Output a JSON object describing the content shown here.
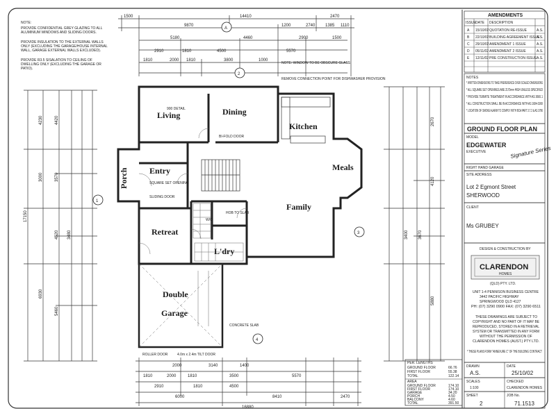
{
  "rooms": {
    "living": "Living",
    "dining": "Dining",
    "kitchen": "Kitchen",
    "meals": "Meals",
    "entry": "Entry",
    "porch": "Porch",
    "family": "Family",
    "retreat": "Retreat",
    "laundry": "L'dry",
    "garage_1": "Double",
    "garage_2": "Garage",
    "wc": "W/C"
  },
  "grid_markers": [
    "A",
    "2",
    "1",
    "3",
    "4"
  ],
  "dimensions": {
    "top_overall": "14410",
    "top_left": "1500",
    "top_right": "2470",
    "top_row2": [
      "9870",
      "1200",
      "2740",
      "1385",
      "1110"
    ],
    "top_row3": [
      "5180",
      "4460",
      "2900",
      "1500"
    ],
    "top_row4": [
      "2910",
      "1810",
      "4500",
      "5570"
    ],
    "top_row5": [
      "1810",
      "2000",
      "1810",
      "3800",
      "1000"
    ],
    "bottom_overall": "16880",
    "bottom_row1": [
      "2000",
      "3140",
      "1400"
    ],
    "bottom_row2": [
      "1810",
      "2000",
      "1810",
      "3500",
      "5570"
    ],
    "bottom_row3": [
      "2910",
      "1810",
      "4500"
    ],
    "bottom_row4": [
      "6000",
      "8410",
      "2470"
    ],
    "left_overall": "17150",
    "left_vertical": [
      "4230",
      "4420",
      "3000",
      "3570",
      "4520",
      "3480",
      "5460",
      "6930"
    ],
    "right_vertical": [
      "2670",
      "4120",
      "3670",
      "5880",
      "3400"
    ]
  },
  "notes_left": [
    "PROVIDE CONFIDENTIAL GREY GLAZING TO ALL ALUMINIUM WINDOWS AND SLIDING DOORS.",
    "PROVIDE INSULATION TO THE EXTERNAL WALLS ONLY (EXCLUDING THE GARAGE/HOUSE INTERNAL WALL, GARAGE EXTERNAL WALLS EXCLUDED).",
    "PROVIDE R3.5 SISALATION TO CEILING OF DWELLING ONLY (EXCLUDING THE GARAGE OR PATIO)."
  ],
  "amendments": {
    "title": "AMENDMENTS",
    "headers": [
      "ISSUE",
      "DATE",
      "DESCRIPTION"
    ],
    "rows": [
      [
        "A",
        "15/10/02",
        "QUOTATION RE-ISSUE",
        "A.S."
      ],
      [
        "B",
        "22/10/02",
        "BUILDING AGREEMENT ISSUE",
        "A.S."
      ],
      [
        "C",
        "29/10/02",
        "AMENDMENT 1 ISSUE",
        "A.S."
      ],
      [
        "D",
        "05/11/02",
        "AMENDMENT 2 ISSUE",
        "A.S."
      ],
      [
        "E",
        "12/11/02",
        "PRE CONSTRUCTION ISSUE",
        "A.S."
      ]
    ]
  },
  "tb_notes": {
    "title": "NOTES",
    "items": [
      "* WRITTEN DIMENSIONS TO TAKE PREFERENCE OVER SCALED DIMENSIONS",
      "* ALL SQUARE SET OPENINGS ARE 2170mm HIGH UNLESS SPECIFIED",
      "* PROVIDE TERMITE TREATMENT IN ACCORDANCE WITH AS 3660.1",
      "* ALL CONSTRUCTION SHALL BE IN ACCORDANCE WITH AS 1684-1999",
      "* LOCATION OF SMOKE ALARM TO COMPLY WITH BCA PART 3.7.2 & AS 3786"
    ]
  },
  "drawing_title": "GROUND FLOOR PLAN",
  "model": {
    "label": "MODEL",
    "name": "EDGEWATER",
    "variant": "EXECUTIVE",
    "series": "Signature Series"
  },
  "garage_side": "RIGHT HAND GARAGE",
  "site": {
    "label": "SITE ADDRESS",
    "line1": "Lot 2 Egmont Street",
    "line2": "SHERWOOD"
  },
  "client": {
    "label": "CLIENT",
    "name": "Ms GRUBEY"
  },
  "builder": {
    "label": "DESIGN & CONSTRUCTION BY",
    "name": "CLARENDON",
    "sub": "HOMES",
    "pty": "(QLD) PTY. LTD.",
    "address": [
      "UNIT 1-4 PENNISON BUSINESS CENTRE",
      "3442 PACIFIC HIGHWAY",
      "SPRINGWOOD QLD 4127",
      "PH: (07) 3290 0900   FAX: (07) 3290 6511"
    ],
    "copyright": [
      "THESE DRAWINGS ARE SUBJECT TO",
      "COPYRIGHT AND NO PART OF IT MAY BE",
      "REPRODUCED, STORED IN A RETRIEVAL",
      "SYSTEM OR TRANSMITTED IN ANY FORM",
      "WITHOUT THE PERMISSION OF",
      "CLARENDON HOMES (AUST.) PTY LTD."
    ],
    "contract_note": "* THESE PLANS FORM \"ANNEXURE C\" OF THE BUILDING CONTRACT"
  },
  "drawn": {
    "label": "DRAWN",
    "value": "A.S.",
    "date_label": "DATE",
    "date": "25/10/02"
  },
  "scales": {
    "label": "SCALES",
    "value": "1:100",
    "checked_label": "CHECKED",
    "checked_value": "CLARENDON HOMES"
  },
  "sheet": {
    "label": "SHEET",
    "value": "2",
    "job_label": "JOB No.",
    "job_value": "71.1513"
  },
  "lengths": {
    "title": "PER. LENGTHS",
    "rows": [
      [
        "GROUND FLOOR",
        "66.76"
      ],
      [
        "FIRST FLOOR",
        "55.38"
      ],
      [
        "TOTAL",
        "122.14"
      ]
    ]
  },
  "areas": {
    "title": "AREA",
    "rows": [
      [
        "GROUND FLOOR",
        "174.10"
      ],
      [
        "FIRST FLOOR",
        "174.10"
      ],
      [
        "GARAGE",
        "34.20"
      ],
      [
        "PORCH",
        "4.50"
      ],
      [
        "BALCONY",
        "4.60"
      ],
      [
        "TOTAL",
        "391.50"
      ]
    ]
  },
  "plan_notes": [
    "NOTE: WINDOW TO BE OBSCURE GLASS",
    "REMOVE CONNECTION POINT FOR DISHWASHER PROVISION",
    "900 DETAIL",
    "BI-FOLD DOOR",
    "SQUARE SET OPENING",
    "SLIDING DOOR",
    "HOB TO SLAB",
    "ROLLER DOOR",
    "4.0m x 2.4m TILT DOOR",
    "CONCRETE SLAB"
  ]
}
